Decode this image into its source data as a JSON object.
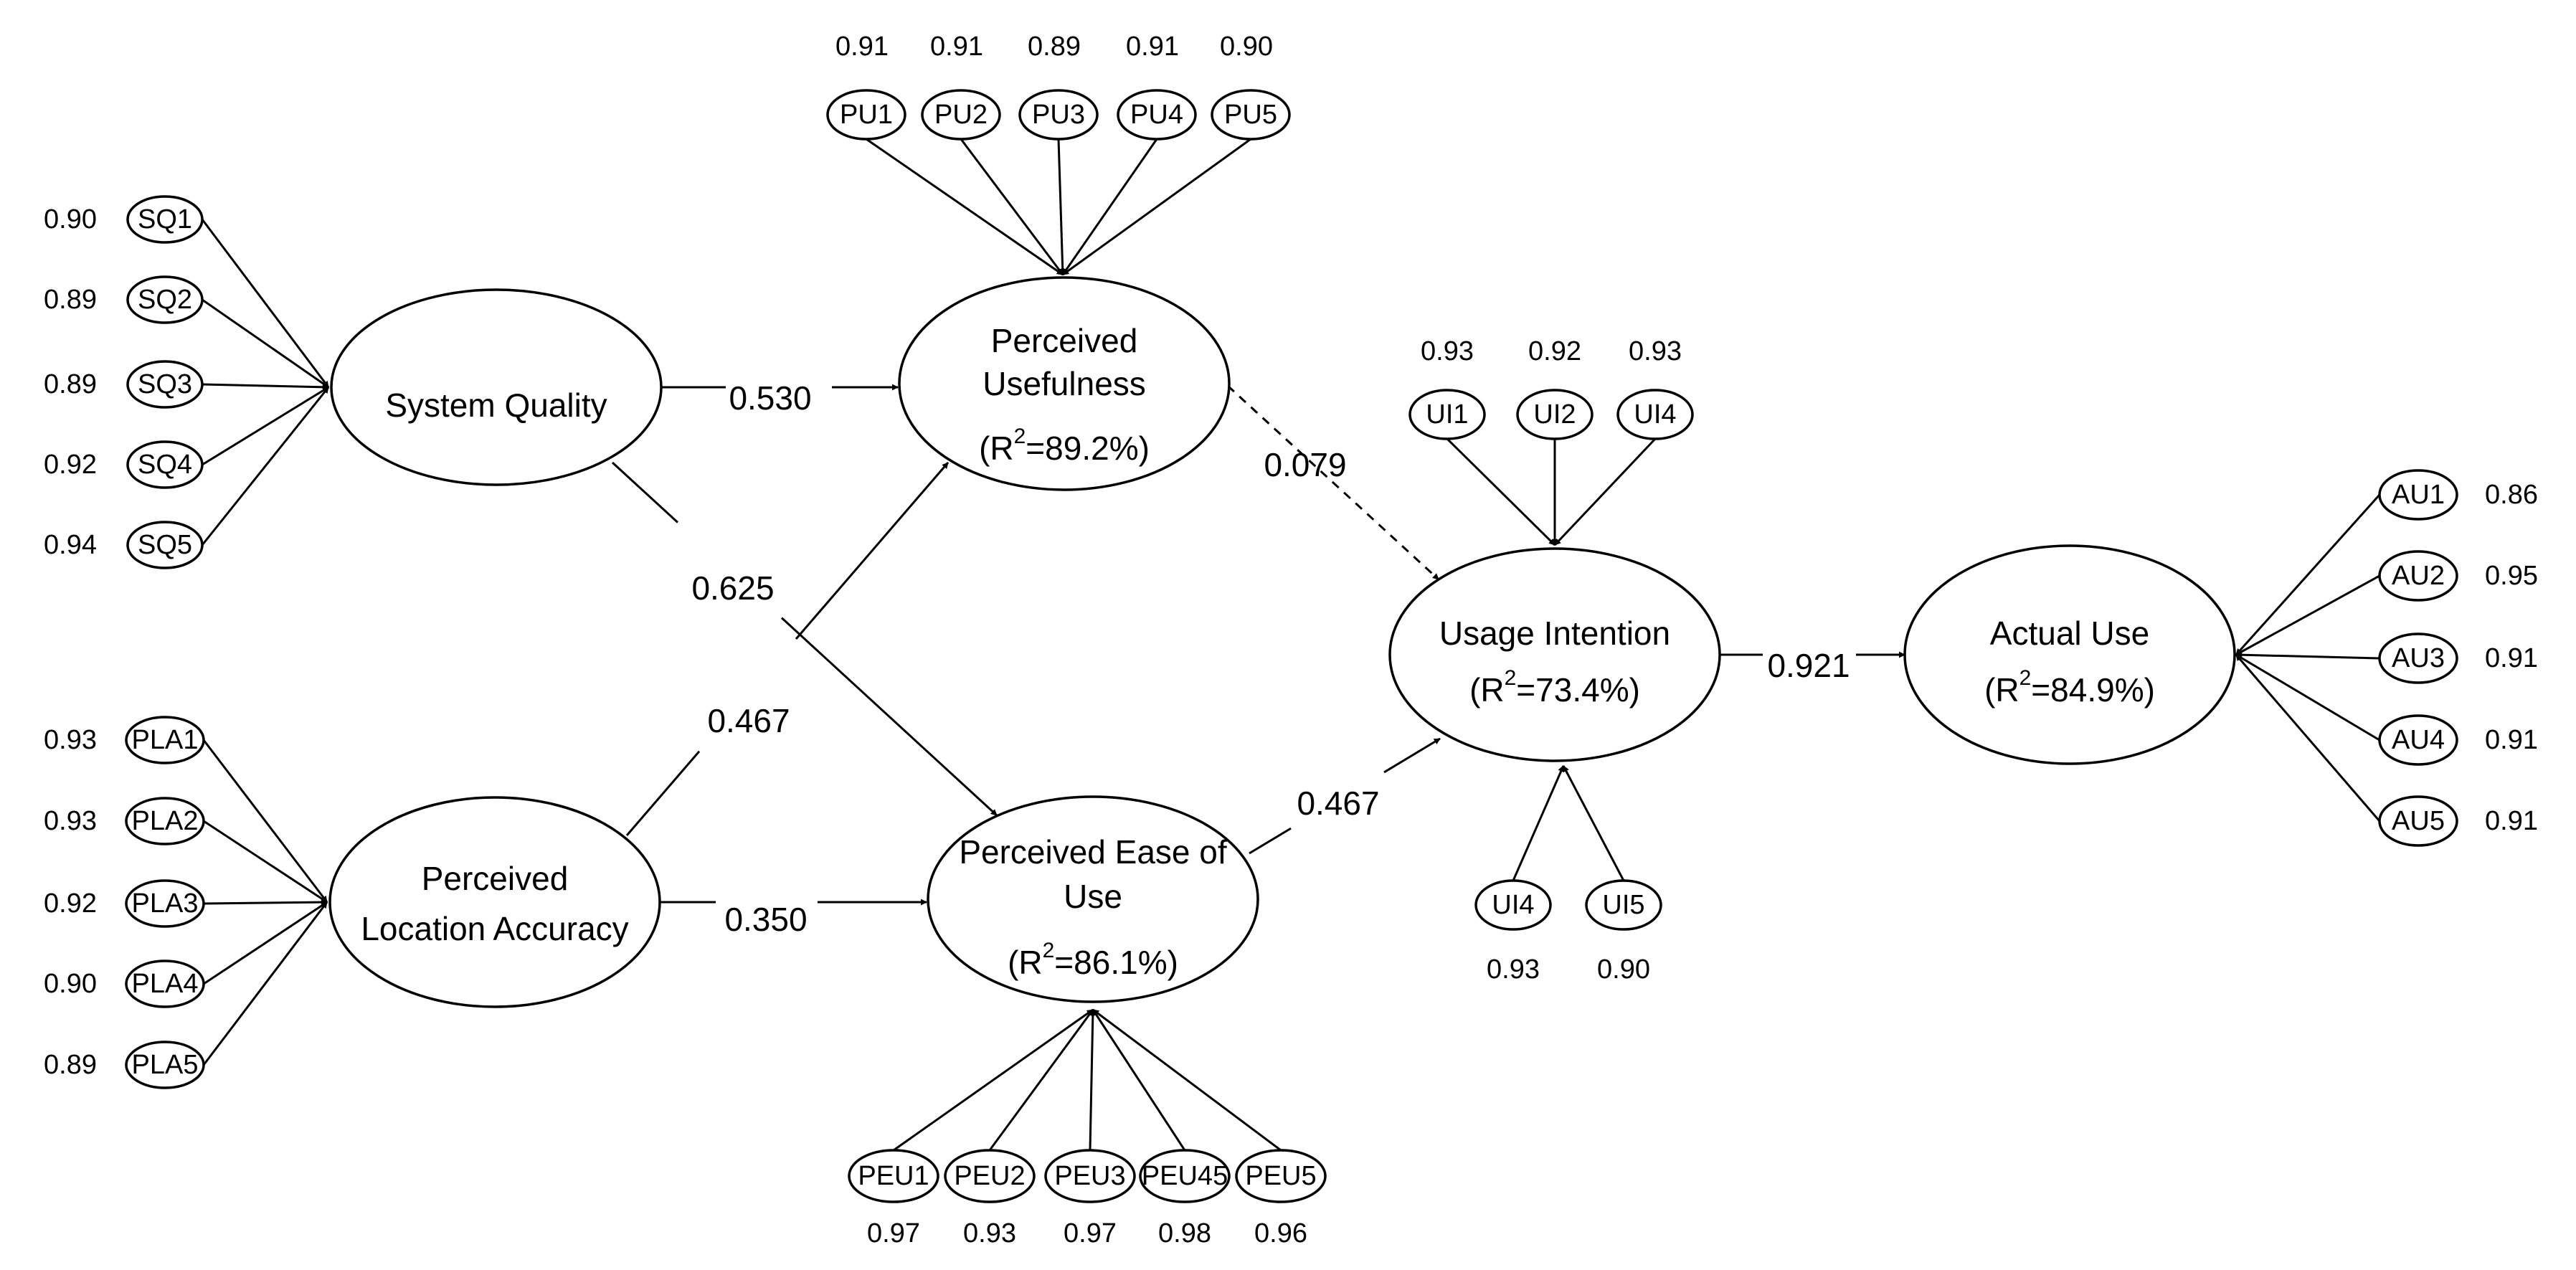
{
  "constructs": [
    {
      "id": "SQ",
      "lines": [
        "System Quality"
      ]
    },
    {
      "id": "PLA",
      "lines": [
        "Perceived",
        "Location Accuracy"
      ]
    },
    {
      "id": "PU",
      "lines": [
        "Perceived",
        "Usefulness"
      ],
      "r2": "=89.2%)"
    },
    {
      "id": "PEU",
      "lines": [
        "Perceived Ease of",
        "Use"
      ],
      "r2": "=86.1%)"
    },
    {
      "id": "UI",
      "lines": [
        "Usage Intention"
      ],
      "r2": "=73.4%)"
    },
    {
      "id": "AU",
      "lines": [
        "Actual Use"
      ],
      "r2": "=84.9%)"
    }
  ],
  "r2_prefix": "(R",
  "r2_sup": "2",
  "indicators": [
    {
      "label": "SQ1",
      "loading": "0.90",
      "construct": "SQ"
    },
    {
      "label": "SQ2",
      "loading": "0.89",
      "construct": "SQ"
    },
    {
      "label": "SQ3",
      "loading": "0.89",
      "construct": "SQ"
    },
    {
      "label": "SQ4",
      "loading": "0.92",
      "construct": "SQ"
    },
    {
      "label": "SQ5",
      "loading": "0.94",
      "construct": "SQ"
    },
    {
      "label": "PLA1",
      "loading": "0.93",
      "construct": "PLA"
    },
    {
      "label": "PLA2",
      "loading": "0.93",
      "construct": "PLA"
    },
    {
      "label": "PLA3",
      "loading": "0.92",
      "construct": "PLA"
    },
    {
      "label": "PLA4",
      "loading": "0.90",
      "construct": "PLA"
    },
    {
      "label": "PLA5",
      "loading": "0.89",
      "construct": "PLA"
    },
    {
      "label": "PU1",
      "loading": "0.91",
      "construct": "PU"
    },
    {
      "label": "PU2",
      "loading": "0.91",
      "construct": "PU"
    },
    {
      "label": "PU3",
      "loading": "0.89",
      "construct": "PU"
    },
    {
      "label": "PU4",
      "loading": "0.91",
      "construct": "PU"
    },
    {
      "label": "PU5",
      "loading": "0.90",
      "construct": "PU"
    },
    {
      "label": "PEU1",
      "loading": "0.97",
      "construct": "PEU"
    },
    {
      "label": "PEU2",
      "loading": "0.93",
      "construct": "PEU"
    },
    {
      "label": "PEU3",
      "loading": "0.97",
      "construct": "PEU"
    },
    {
      "label": "PEU45",
      "loading": "0.98",
      "construct": "PEU"
    },
    {
      "label": "PEU5",
      "loading": "0.96",
      "construct": "PEU"
    },
    {
      "label": "UI1",
      "loading": "0.93",
      "construct": "UI"
    },
    {
      "label": "UI2",
      "loading": "0.92",
      "construct": "UI"
    },
    {
      "label": "UI4",
      "loading": "0.93",
      "construct": "UI"
    },
    {
      "label": "UI4",
      "loading": "0.93",
      "construct": "UI"
    },
    {
      "label": "UI5",
      "loading": "0.90",
      "construct": "UI"
    },
    {
      "label": "AU1",
      "loading": "0.86",
      "construct": "AU"
    },
    {
      "label": "AU2",
      "loading": "0.95",
      "construct": "AU"
    },
    {
      "label": "AU3",
      "loading": "0.91",
      "construct": "AU"
    },
    {
      "label": "AU4",
      "loading": "0.91",
      "construct": "AU"
    },
    {
      "label": "AU5",
      "loading": "0.91",
      "construct": "AU"
    }
  ],
  "paths": [
    {
      "from": "SQ",
      "to": "PU",
      "coef": "0.530",
      "style": "solid"
    },
    {
      "from": "SQ",
      "to": "PEU",
      "coef": "0.625",
      "style": "solid"
    },
    {
      "from": "PLA",
      "to": "PU",
      "coef": "0.467",
      "style": "solid"
    },
    {
      "from": "PLA",
      "to": "PEU",
      "coef": "0.350",
      "style": "solid"
    },
    {
      "from": "PU",
      "to": "UI",
      "coef": "0.079",
      "style": "dashed"
    },
    {
      "from": "PEU",
      "to": "UI",
      "coef": "0.467",
      "style": "solid"
    },
    {
      "from": "UI",
      "to": "AU",
      "coef": "0.921",
      "style": "solid"
    }
  ]
}
